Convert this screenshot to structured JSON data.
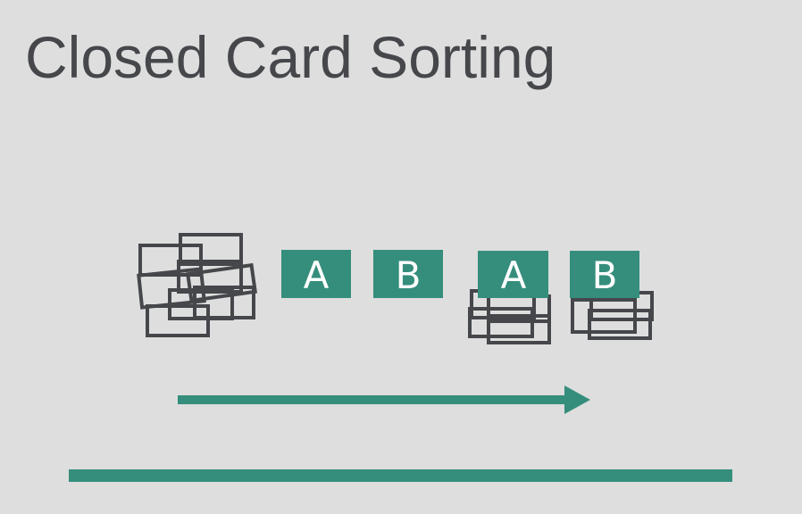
{
  "slide": {
    "title": "Closed Card Sorting"
  },
  "categories": [
    {
      "label": "A"
    },
    {
      "label": "B"
    }
  ],
  "sorted_groups": [
    {
      "label": "A"
    },
    {
      "label": "B"
    }
  ],
  "colors": {
    "background": "#dedede",
    "title_text": "#45474b",
    "card_outline": "#45474b",
    "accent_green": "#358e7c",
    "label_text": "#ffffff"
  },
  "icons": {
    "unsorted_pile": "stack-of-scattered-cards-icon",
    "sorted_pile": "stack-of-aligned-cards-icon",
    "flow_arrow": "right-arrow-icon"
  }
}
